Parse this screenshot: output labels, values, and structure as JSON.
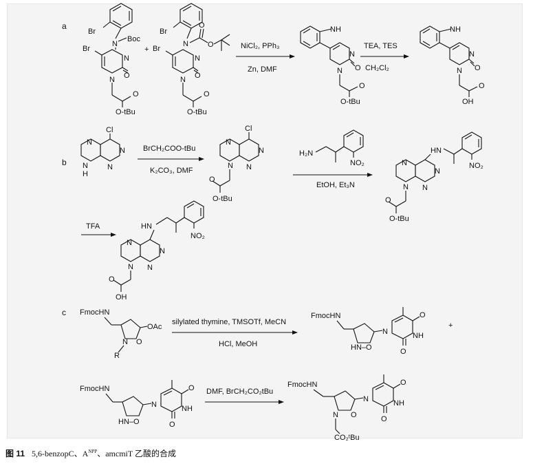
{
  "panels": {
    "a": {
      "label": "a"
    },
    "b": {
      "label": "b"
    },
    "c": {
      "label": "c"
    }
  },
  "atoms": {
    "br": "Br",
    "boc": "Boc",
    "n": "N",
    "o": "O",
    "nh": "NH",
    "hn": "HN",
    "h": "H",
    "cl": "Cl",
    "otbu": "O-tBu",
    "oh": "OH",
    "h2n": "H₂N",
    "no2": "NO₂",
    "fmochn": "FmocHN",
    "oac": "OAc",
    "r": "R",
    "hno": "HN–O",
    "co2tbu": "CO₂ᵗBu",
    "plus": "+"
  },
  "reactions": {
    "a1_top": "NiCl₂, PPh₃",
    "a1_bottom": "Zn, DMF",
    "a2_top": "TEA, TES",
    "a2_bottom": "CH₂Cl₂",
    "b1_top": "BrCH₂COO-tBu",
    "b1_bottom": "K₂CO₃, DMF",
    "b2_bottom": "EtOH, Et₃N",
    "b3_top": "TFA",
    "c1_top": "silylated thymine, TMSOTf, MeCN",
    "c1_bottom": "HCl, MeOH",
    "c2_top": "DMF, BrCH₂CO₂tBu"
  },
  "caption": {
    "figure": "图 11",
    "text_pre": "5,6-benzopC、A",
    "superscript": "NPP",
    "text_post": "、amcmiT 乙酸的合成"
  }
}
